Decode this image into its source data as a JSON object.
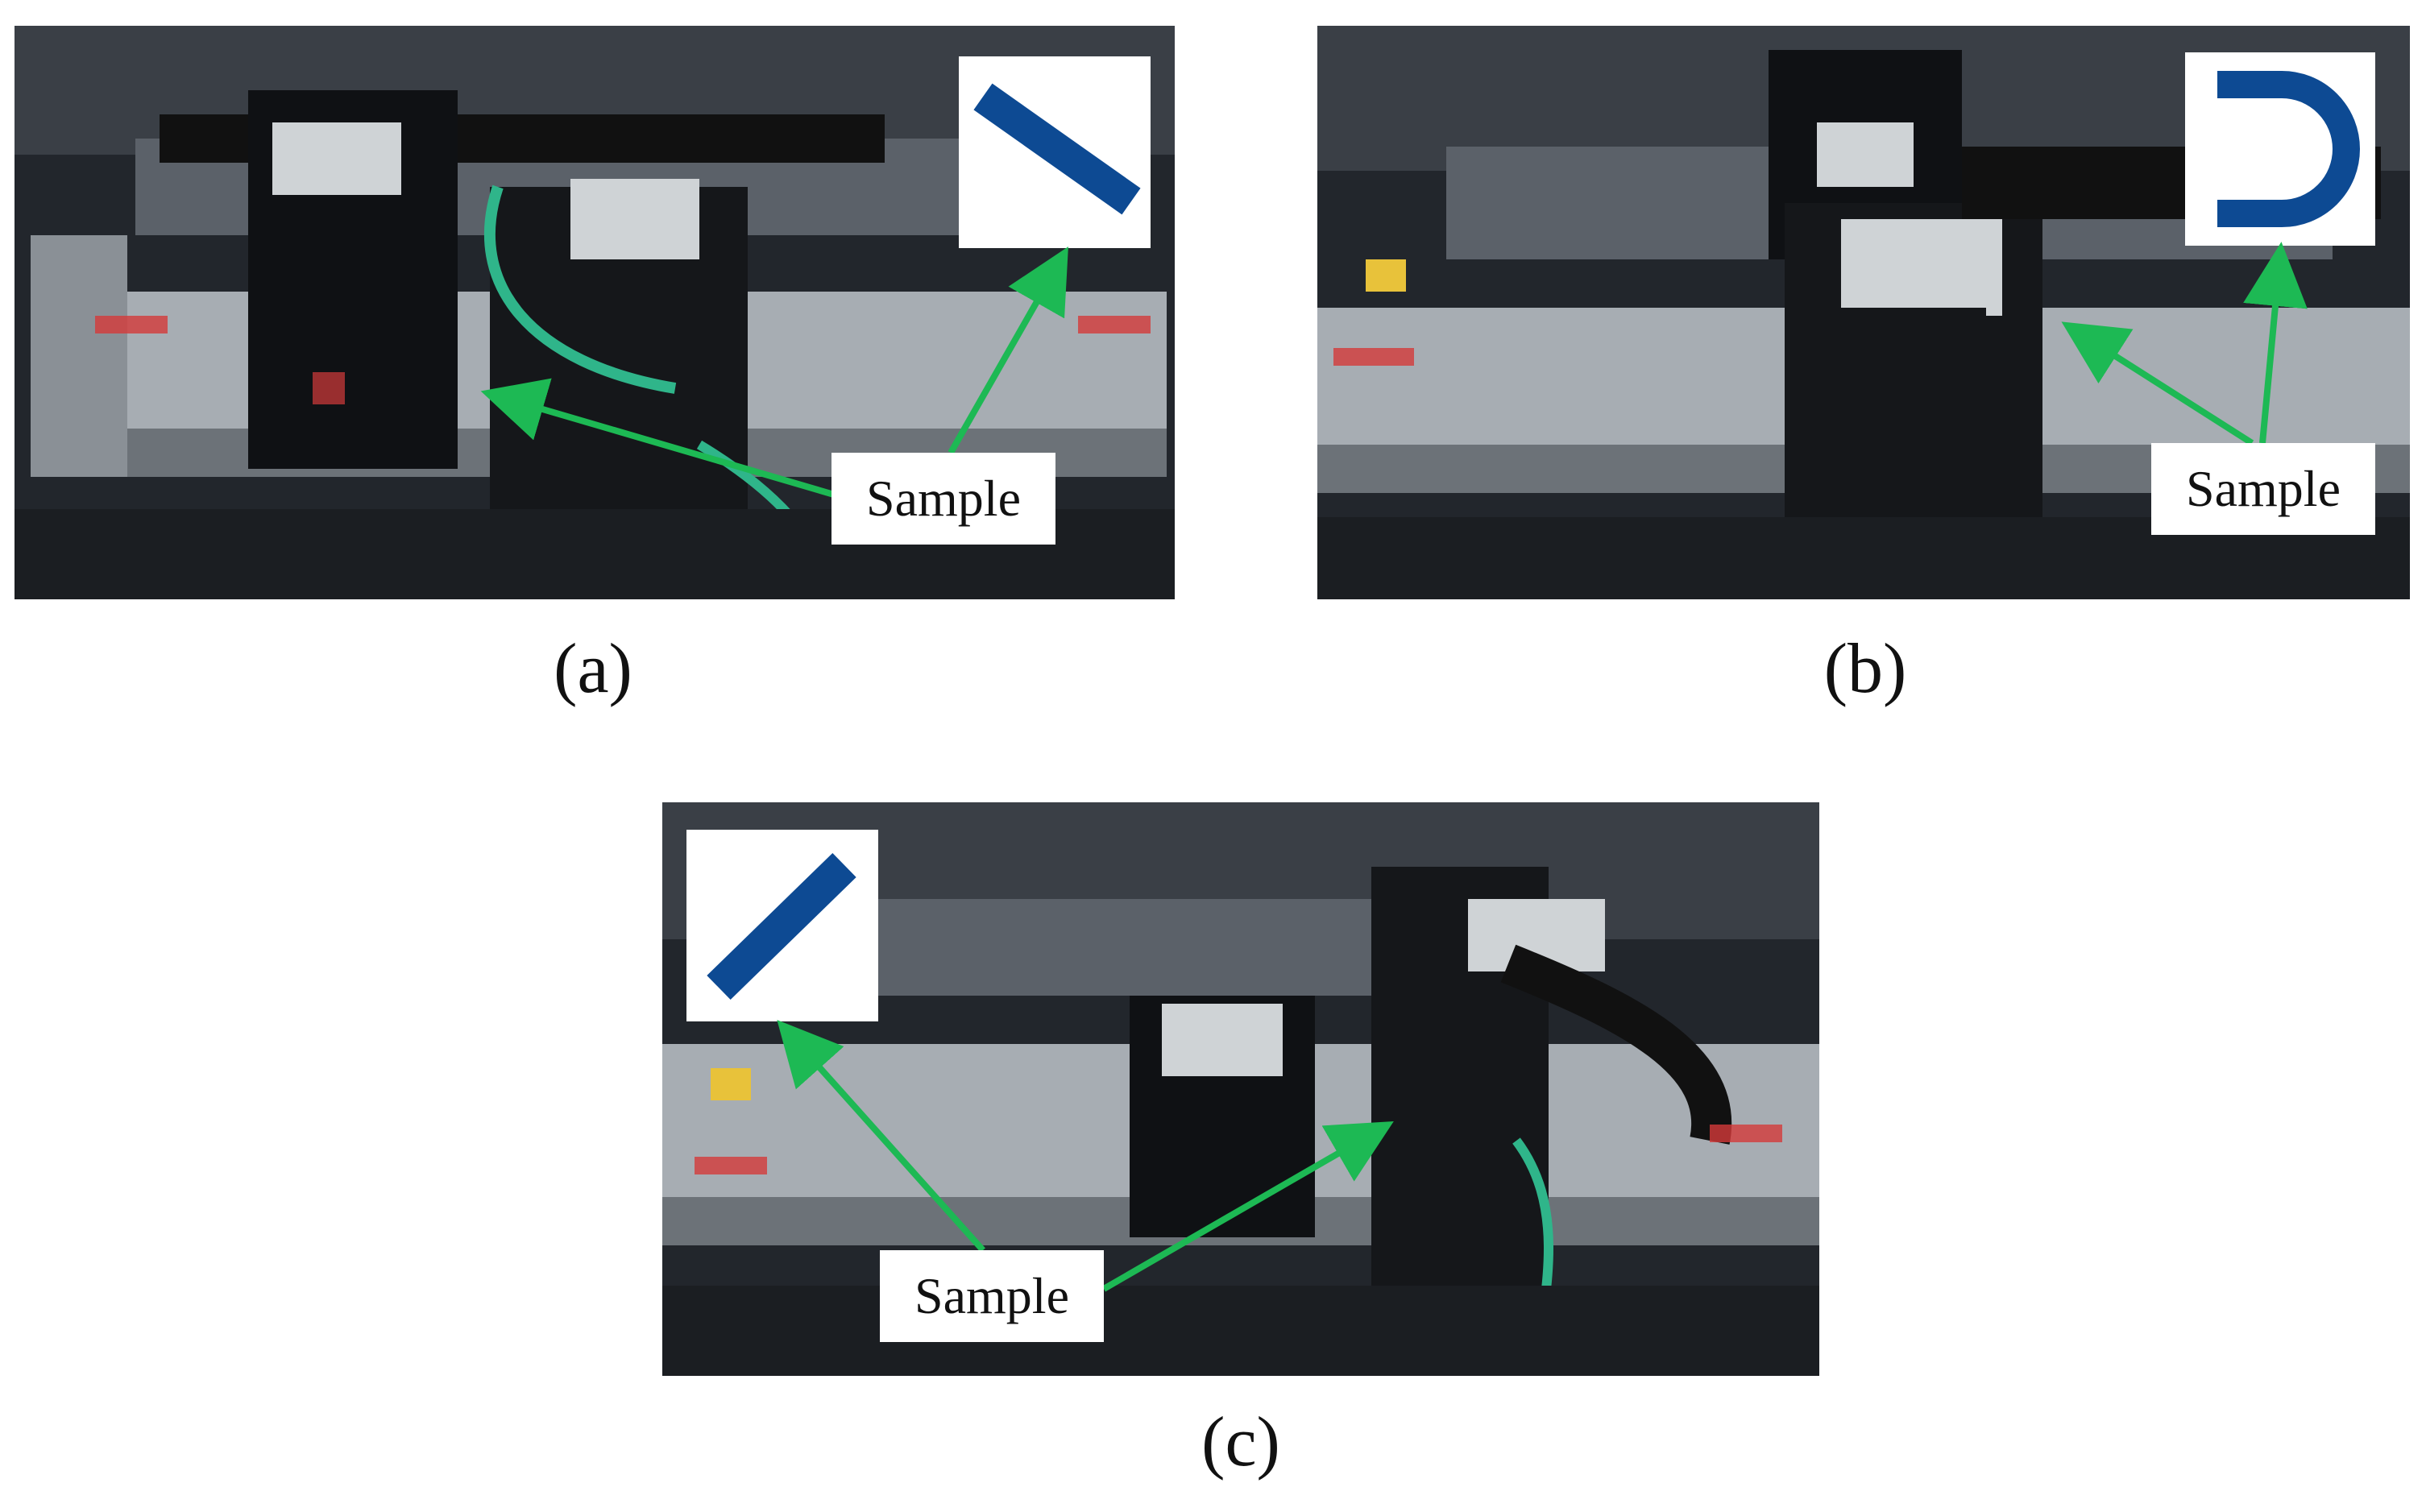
{
  "colors": {
    "sample_shape": "#0d4a93",
    "arrow": "#1db954",
    "panel_background": "#1a1d22",
    "rail_metal": "#a7adb3",
    "cable": "#2fb58a"
  },
  "panels": [
    {
      "id": "a",
      "caption": "(a)",
      "sample_label": "Sample",
      "inset_shape": "diagonal-bar-descending"
    },
    {
      "id": "b",
      "caption": "(b)",
      "sample_label": "Sample",
      "inset_shape": "u-shape"
    },
    {
      "id": "c",
      "caption": "(c)",
      "sample_label": "Sample",
      "inset_shape": "diagonal-bar-ascending"
    }
  ]
}
